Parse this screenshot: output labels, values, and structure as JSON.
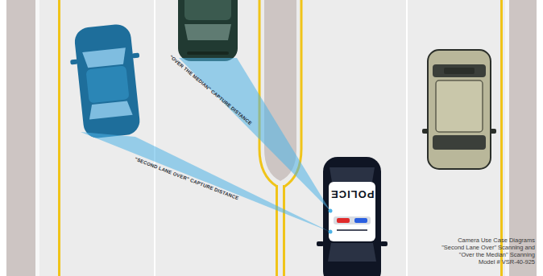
{
  "diagram": {
    "nodes": [
      {
        "text": [
          "POLICE"
        ]
      }
    ],
    "labels": [
      "\"OVER THE MEDIAN\" CAPTURE DISTANCE",
      "\"SECOND LANE OVER\" CAPTURE DISTANCE",
      "Camera Use Case Diagrams",
      "\"Second Lane Over\" Scanning and",
      "\"Over the Median\" Scanning",
      "Model # VSR-40-925"
    ]
  }
}
